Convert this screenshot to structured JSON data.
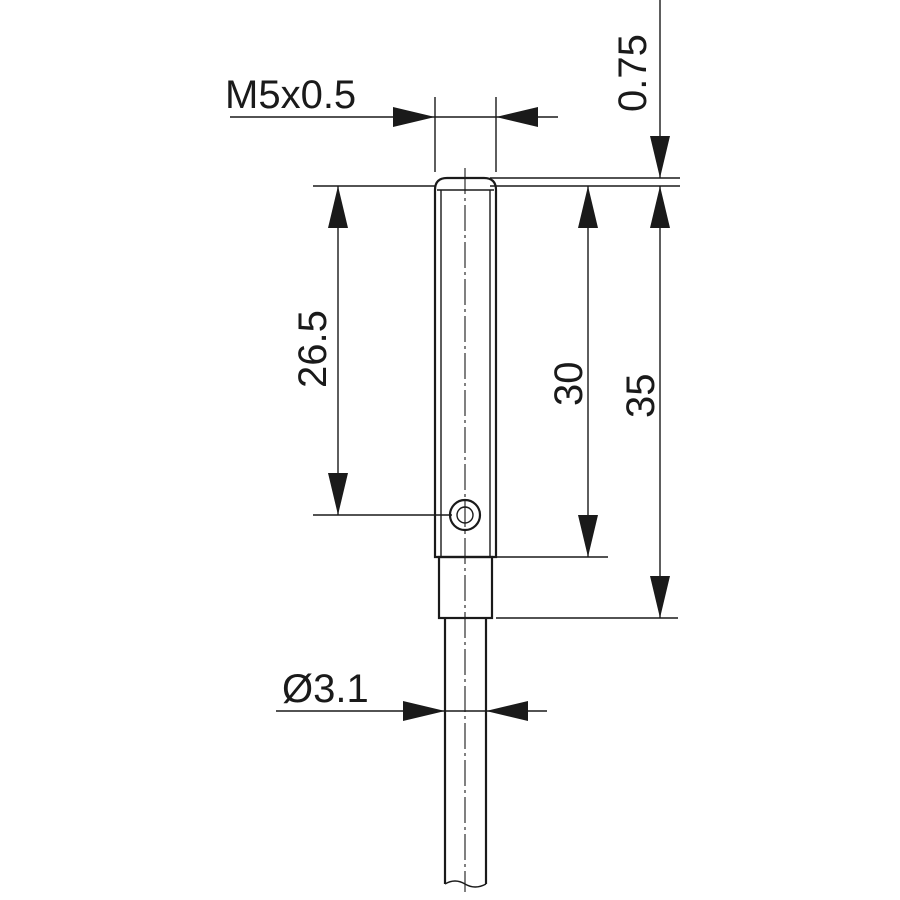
{
  "drawing": {
    "dimensions": {
      "thread": "M5x0.5",
      "tip": "0.75",
      "hole_depth": "26.5",
      "body_length": "30",
      "total_length": "35",
      "cable_diameter": "Ø3.1"
    },
    "colors": {
      "line": "#1a1a1a",
      "background": "#ffffff"
    }
  }
}
